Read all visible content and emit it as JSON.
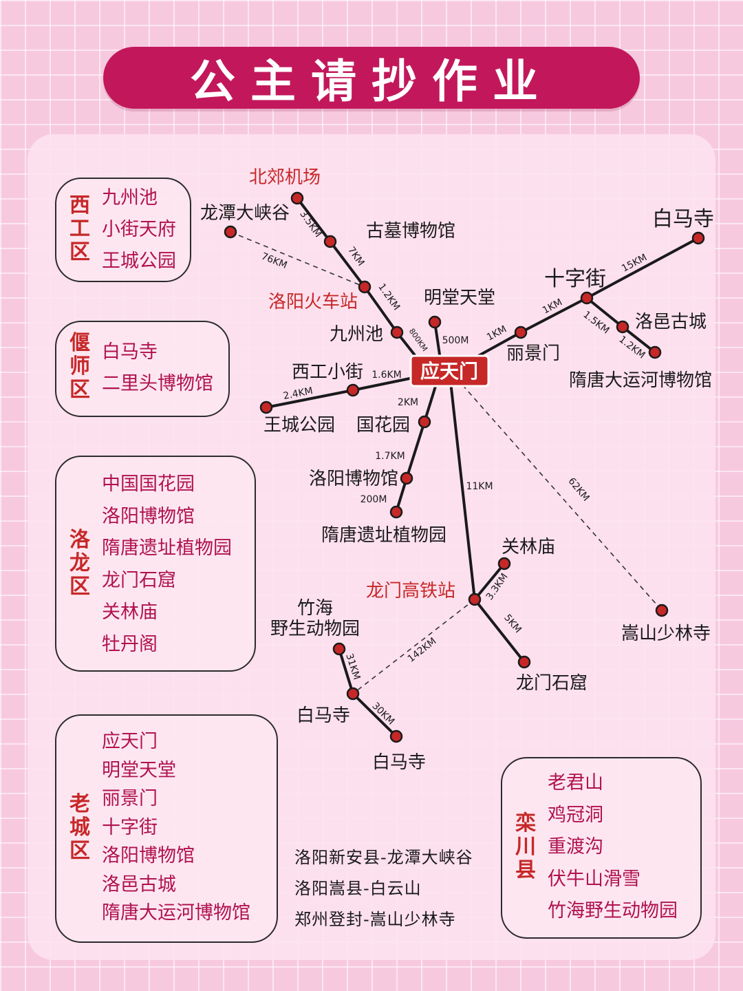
{
  "title": "公主请抄作业",
  "colors": {
    "accent": "#c2185b",
    "district_name": "#c62828",
    "item": "#b0124f",
    "line": "#1a1a1a",
    "station_fill": "#c62828",
    "hub_fill": "#c62828"
  },
  "districts": [
    {
      "name": "西工区",
      "items": [
        "九州池",
        "小街天府",
        "王城公园"
      ]
    },
    {
      "name": "偃师区",
      "items": [
        "白马寺",
        "二里头博物馆"
      ]
    },
    {
      "name": "洛龙区",
      "items": [
        "中国国花园",
        "洛阳博物馆",
        "隋唐遗址植物园",
        "龙门石窟",
        "关林庙",
        "牡丹阁"
      ]
    },
    {
      "name": "老城区",
      "items": [
        "应天门",
        "明堂天堂",
        "丽景门",
        "十字街",
        "洛阳博物馆",
        "洛邑古城",
        "隋唐大运河博物馆"
      ]
    },
    {
      "name": "栾川县",
      "items": [
        "老君山",
        "鸡冠洞",
        "重渡沟",
        "伏牛山滑雪",
        "竹海野生动物园"
      ]
    }
  ],
  "notes": [
    "洛阳新安县-龙潭大峡谷",
    "洛阳嵩县-白云山",
    "郑州登封-嵩山少林寺"
  ],
  "map": {
    "hub": "应天门",
    "stations": {
      "beijiao_airport": "北郊机场",
      "longtan": "龙潭大峡谷",
      "gumu": "古墓博物馆",
      "huochezhan": "洛阳火车站",
      "jiuzhouchi": "九州池",
      "mingtang": "明堂天堂",
      "baima_ne": "白马寺",
      "shizijie": "十字街",
      "luoyi": "洛邑古城",
      "lijingmen": "丽景门",
      "yunhe": "隋唐大运河博物馆",
      "xigong": "西工小街",
      "wangcheng": "王城公园",
      "guohua": "国花园",
      "bowuguan": "洛阳博物馆",
      "yizhi": "隋唐遗址植物园",
      "guanlin": "关林庙",
      "longmen_gt": "龙门高铁站",
      "zhuhai_1": "竹海",
      "zhuhai_2": "野生动物园",
      "songshan": "嵩山少林寺",
      "longmen_sk": "龙门石窟",
      "baima_mid": "白马寺",
      "baima_low": "白马寺"
    },
    "distances": {
      "airport_gumu": "3.5KM",
      "gumu_station": "7KM",
      "longtan_station": "76KM",
      "station_jiuzhou": "1.2KM",
      "jiuzhou_hub": "800KM",
      "mingtang_hub": "500M",
      "hub_lijing": "1KM",
      "lijing_shizi": "1KM",
      "shizi_baima": "15KM",
      "shizi_luoyi": "1.5KM",
      "luoyi_yunhe": "1.2KM",
      "hub_xigong": "1.6KM",
      "xigong_wangcheng": "2.4KM",
      "hub_guohua": "2KM",
      "guohua_bowu": "1.7KM",
      "bowu_yizhi": "200M",
      "hub_longmen_gt": "11KM",
      "hub_songshan": "62KM",
      "gt_guanlin": "3.3KM",
      "gt_shiku": "5KM",
      "gt_baima": "142KM",
      "zhuhai_baima": "31KM",
      "baima_baima": "30KM"
    }
  }
}
